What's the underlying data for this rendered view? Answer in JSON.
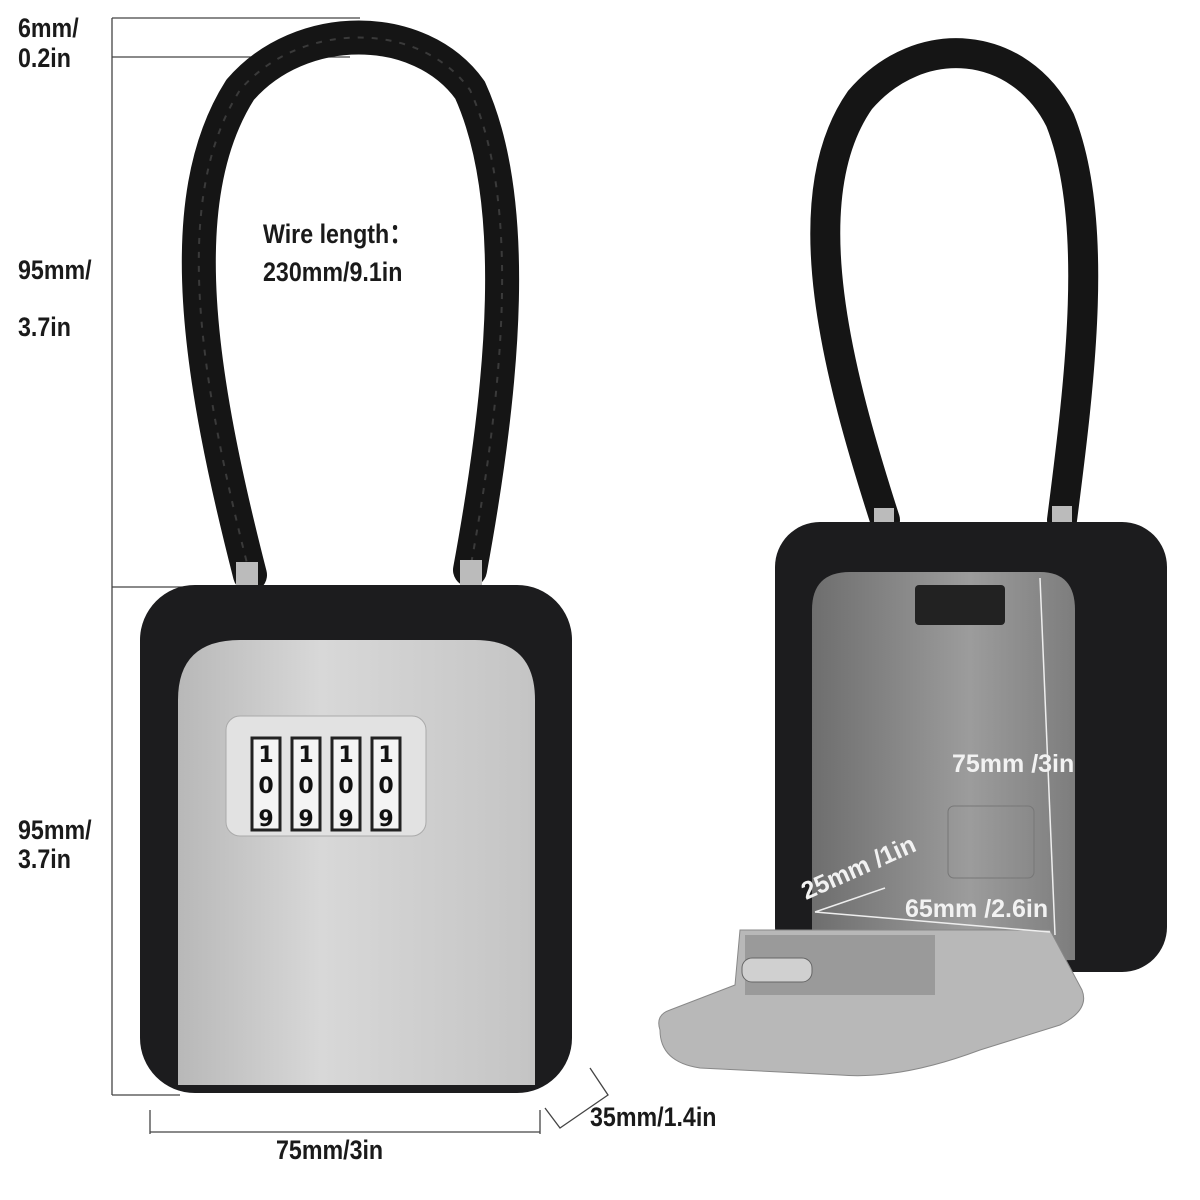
{
  "dimensions": {
    "cable_thickness": [
      "6mm/",
      "0.2in"
    ],
    "shackle_height": [
      "95mm/",
      "3.7in"
    ],
    "body_height": [
      "95mm/",
      "3.7in"
    ],
    "body_width": "75mm/3in",
    "body_depth": "35mm/1.4in",
    "wire_length_label": "Wire length：",
    "wire_length_value": "230mm/9.1in",
    "inner_height": "75mm /3in",
    "inner_depth": "25mm /1in",
    "inner_width": "65mm /2.6in"
  },
  "combination_dials": [
    "1",
    "1",
    "1",
    "1"
  ],
  "dial_digits_below": [
    "0",
    "9"
  ],
  "colors": {
    "body": "#1c1c1e",
    "face": "#c9c9c9",
    "cable": "#151515",
    "inner": "#8a8a8a"
  }
}
